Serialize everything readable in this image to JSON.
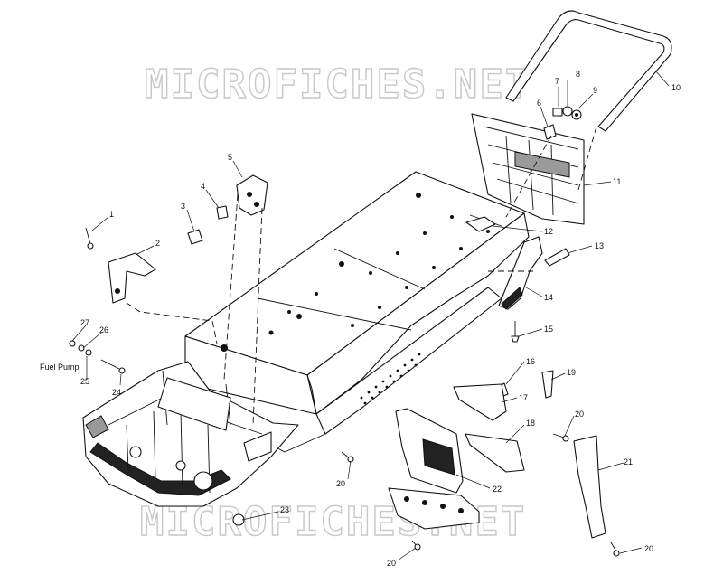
{
  "watermark": {
    "top": "MICROFICHES.NET",
    "bottom": "MICROFICHES.NET"
  },
  "callouts": {
    "c1": "1",
    "c2": "2",
    "c3": "3",
    "c4": "4",
    "c5": "5",
    "c6": "6",
    "c7": "7",
    "c8": "8",
    "c9": "9",
    "c10": "10",
    "c11": "11",
    "c12": "12",
    "c13": "13",
    "c14": "14",
    "c15": "15",
    "c16": "16",
    "c17": "17",
    "c18": "18",
    "c19": "19",
    "c20a": "20",
    "c20b": "20",
    "c20c": "20",
    "c20d": "20",
    "c21": "21",
    "c22": "22",
    "c23": "23",
    "c24": "24",
    "c25": "25",
    "c26": "26",
    "c27": "27"
  },
  "labels": {
    "fuel_pump": "Fuel Pump"
  },
  "colors": {
    "line": "#111111",
    "watermark": "#c8c8c8",
    "background": "#ffffff"
  }
}
